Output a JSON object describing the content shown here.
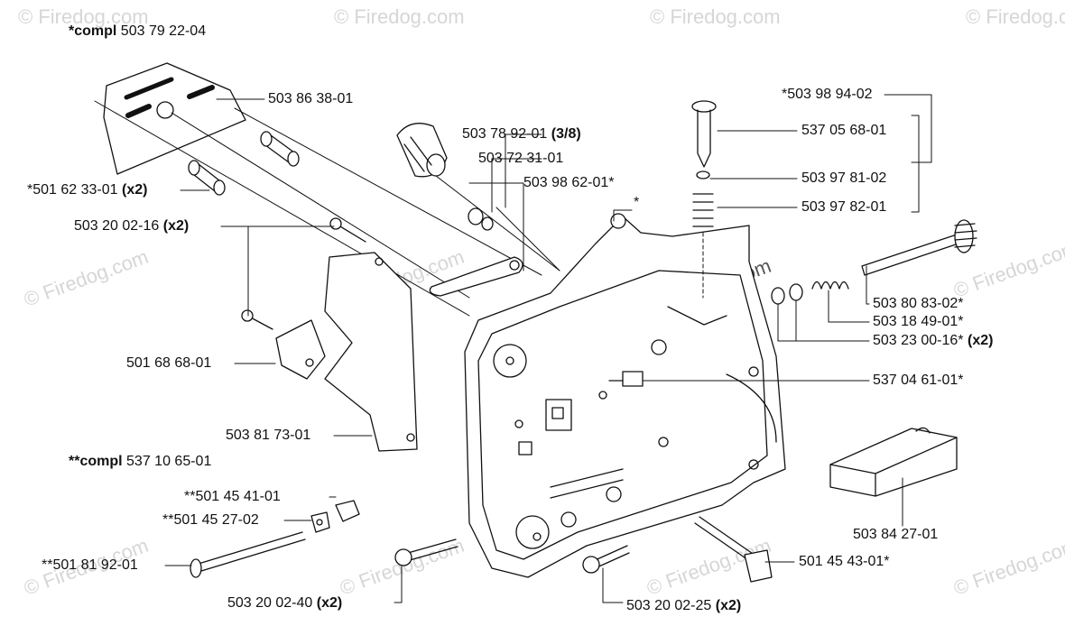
{
  "diagram": {
    "assembly_header": {
      "prefix": "*compl",
      "number": "503 79 22-04"
    },
    "sub_assembly_header": {
      "prefix": "**compl",
      "number": "537 10 65-01"
    },
    "star_marker": "*",
    "parts": [
      {
        "id": "p1",
        "number": "503 86 38-01",
        "qty": ""
      },
      {
        "id": "p2",
        "number": "*501 62 33-01",
        "qty": "(x2)"
      },
      {
        "id": "p3",
        "number": "503 20 02-16",
        "qty": "(x2)"
      },
      {
        "id": "p4",
        "number": "501 68 68-01",
        "qty": ""
      },
      {
        "id": "p5",
        "number": "503 81 73-01",
        "qty": ""
      },
      {
        "id": "p6",
        "number": "**501 45 41-01",
        "qty": ""
      },
      {
        "id": "p7",
        "number": "**501 45 27-02",
        "qty": ""
      },
      {
        "id": "p8",
        "number": "**501 81 92-01",
        "qty": ""
      },
      {
        "id": "p9",
        "number": "503 20 02-40",
        "qty": "(x2)"
      },
      {
        "id": "p10",
        "number": "503 78 92-01",
        "qty": "(3/8)"
      },
      {
        "id": "p11",
        "number": "503 72 31-01",
        "qty": ""
      },
      {
        "id": "p12",
        "number": "503 98 62-01*",
        "qty": ""
      },
      {
        "id": "p13",
        "number": "*503 98 94-02",
        "qty": ""
      },
      {
        "id": "p14",
        "number": "537 05 68-01",
        "qty": ""
      },
      {
        "id": "p15",
        "number": "503 97 81-02",
        "qty": ""
      },
      {
        "id": "p16",
        "number": "503 97 82-01",
        "qty": ""
      },
      {
        "id": "p17",
        "number": "503 80 83-02*",
        "qty": ""
      },
      {
        "id": "p18",
        "number": "503 18 49-01*",
        "qty": ""
      },
      {
        "id": "p19",
        "number": "503 23 00-16*",
        "qty": "(x2)"
      },
      {
        "id": "p20",
        "number": "537 04 61-01*",
        "qty": ""
      },
      {
        "id": "p21",
        "number": "503 84 27-01",
        "qty": ""
      },
      {
        "id": "p22",
        "number": "501 45 43-01*",
        "qty": ""
      },
      {
        "id": "p23",
        "number": "503 20 02-25",
        "qty": "(x2)"
      }
    ],
    "watermark": "© Firedog.com"
  }
}
